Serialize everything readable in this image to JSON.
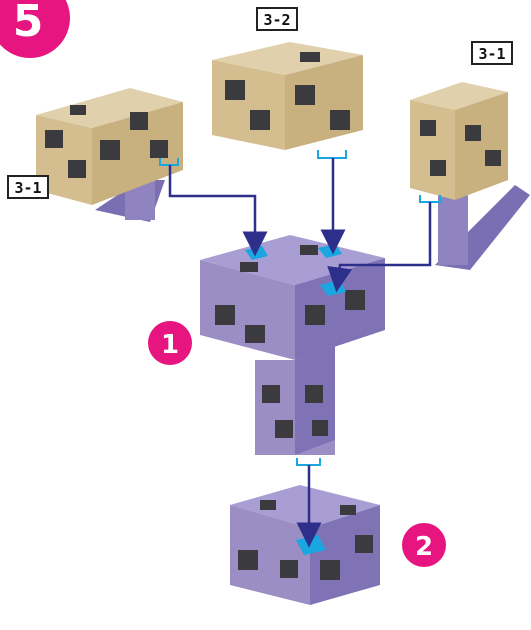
{
  "step": "5",
  "labels": {
    "top_left_part": "3-1",
    "top_center_part": "3-2",
    "top_right_part": "3-1"
  },
  "badges": {
    "main_assembly": "1",
    "base_block": "2"
  },
  "colors": {
    "step_badge": "#e6157f",
    "number_badge": "#e6157f",
    "beige_block": "#d9c39a",
    "beige_dark": "#b59a6c",
    "purple_block": "#9b8ec5",
    "purple_dark": "#6f639f",
    "pattern_dark": "#3b3a3f",
    "connector_highlight": "#1aa6e0",
    "arrow_line": "#2d2f8a"
  }
}
